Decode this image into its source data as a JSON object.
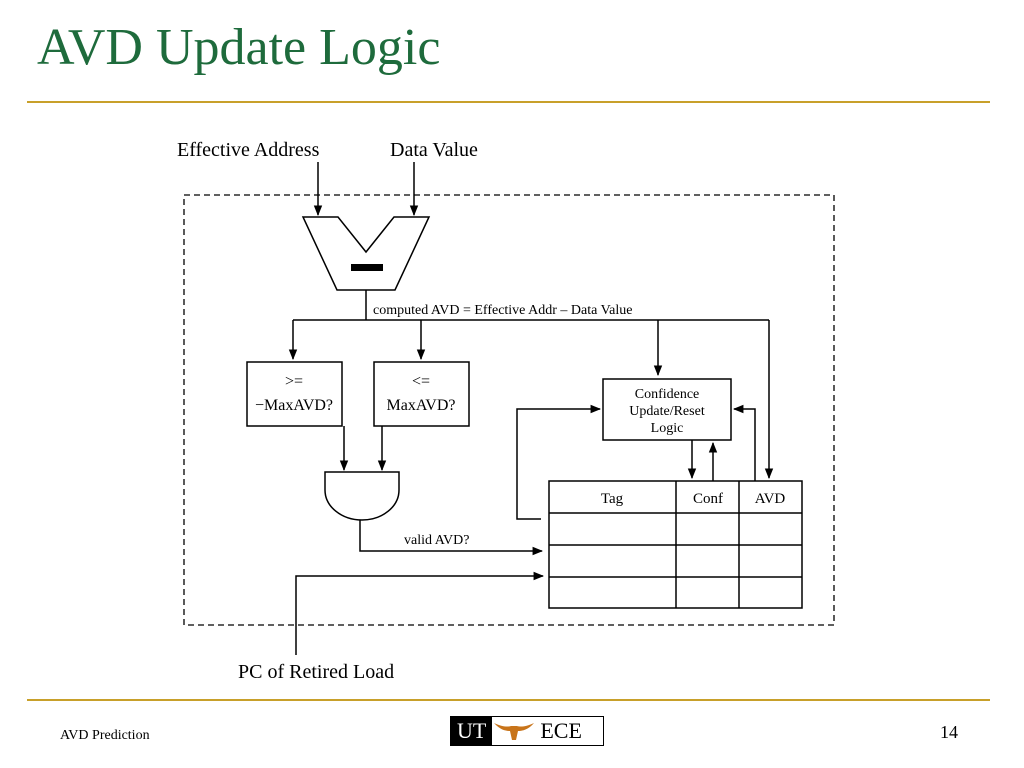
{
  "slide": {
    "title": "AVD Update Logic",
    "footer_left": "AVD Prediction",
    "page_number": "14"
  },
  "logo": {
    "left_text": "UT",
    "right_text": "ECE",
    "emblem": "longhorn-icon"
  },
  "diagram": {
    "inputs": {
      "effective_address": "Effective Address",
      "data_value": "Data Value"
    },
    "subtractor_symbol": "–",
    "computed_label": "computed AVD = Effective Addr – Data Value",
    "compare_ge": {
      "op": ">=",
      "operand": "−MaxAVD?"
    },
    "compare_le": {
      "op": "<=",
      "operand": "MaxAVD?"
    },
    "confidence_logic": [
      "Confidence",
      "Update/Reset",
      "Logic"
    ],
    "valid_label": "valid AVD?",
    "table": {
      "headers": [
        "Tag",
        "Conf",
        "AVD"
      ],
      "empty_rows": 3
    },
    "pc_label": "PC of Retired Load"
  },
  "colors": {
    "title": "#1e6b3c",
    "rule": "#c8a02a"
  }
}
